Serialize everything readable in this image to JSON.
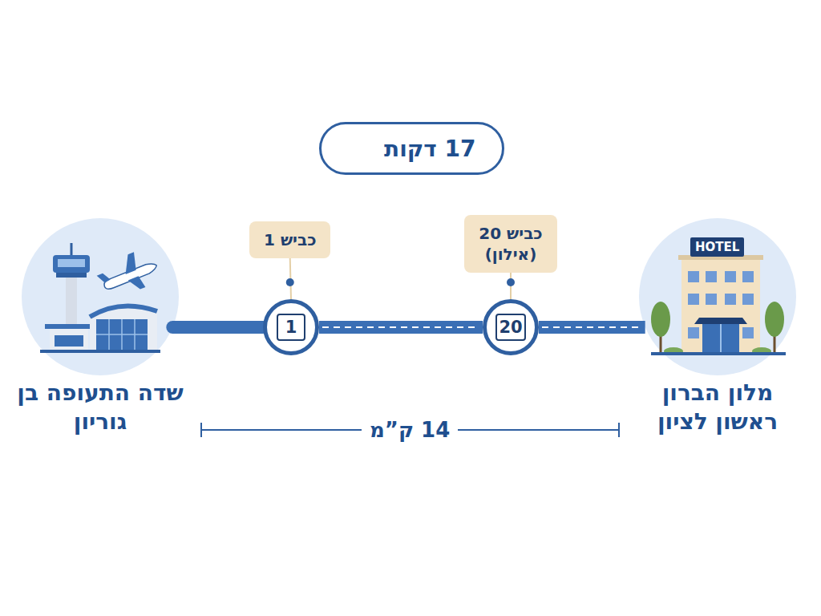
{
  "diagram": {
    "nodes": [
      {
        "text": [
          "17 דקות"
        ]
      },
      {
        "text": [
          "שדה התעופה בן גוריון"
        ]
      },
      {
        "text": [
          "כביש 1"
        ]
      },
      {
        "text": [
          "1"
        ]
      },
      {
        "text": [
          "כביש 20 (אילון)"
        ]
      },
      {
        "text": [
          "20"
        ]
      },
      {
        "text": [
          "מלון הברון ראשון לציון"
        ]
      }
    ],
    "edges": [
      {
        "from": 1,
        "to": 3,
        "arrow": "none"
      },
      {
        "from": 3,
        "to": 5,
        "arrow": "none"
      },
      {
        "from": 5,
        "to": 6,
        "arrow": "none"
      },
      {
        "from": 2,
        "to": 3,
        "arrow": "none"
      },
      {
        "from": 4,
        "to": 5,
        "arrow": "none"
      }
    ],
    "labels": [
      "14 ק”מ",
      "HOTEL"
    ]
  }
}
